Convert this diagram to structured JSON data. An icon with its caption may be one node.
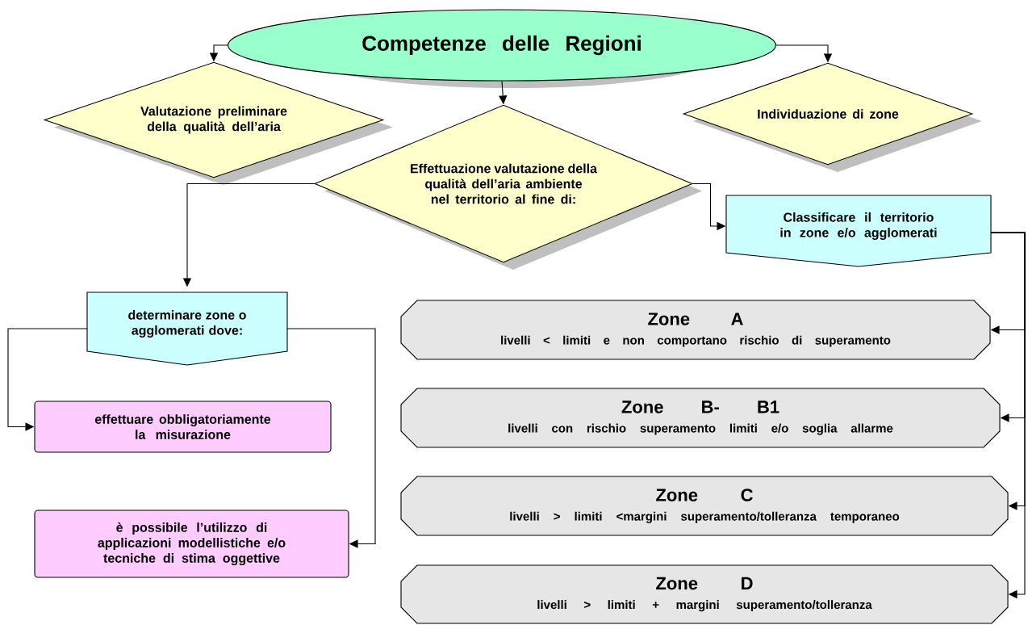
{
  "diagram": {
    "nodes": [
      {
        "text": [
          "Competenze delle Regioni"
        ]
      },
      {
        "text": [
          "Valutazione preliminare della qualità dell’aria"
        ]
      },
      {
        "text": [
          "Effettuazione valutazione della qualità dell’aria ambiente nel territorio al fine di:"
        ]
      },
      {
        "text": [
          "Individuazione di zone"
        ]
      },
      {
        "text": [
          "Classificare il territorio in zone e/o agglomerati"
        ]
      },
      {
        "text": [
          "determinare zone o agglomerati dove:"
        ]
      },
      {
        "text": [
          "effettuare obbligatoriamente la misurazione"
        ]
      },
      {
        "text": [
          "è possibile l’utilizzo di applicazioni modellistiche e/o tecniche di stima oggettive"
        ]
      },
      {
        "text": [
          "Zone A",
          "livelli < limiti e non comportano rischio di superamento"
        ]
      },
      {
        "text": [
          "Zone B- B1",
          "livelli con rischio superamento limiti e/o soglia allarme"
        ]
      },
      {
        "text": [
          "Zone C",
          "livelli > limiti <margini superamento/tolleranza temporaneo"
        ]
      },
      {
        "text": [
          "Zone D",
          "livelli > limiti + margini superamento/tolleranza"
        ]
      }
    ],
    "edges": [
      {
        "from": 0,
        "to": 1,
        "arrow": "to"
      },
      {
        "from": 0,
        "to": 2,
        "arrow": "to"
      },
      {
        "from": 0,
        "to": 3,
        "arrow": "to"
      },
      {
        "from": 2,
        "to": 5,
        "arrow": "to"
      },
      {
        "from": 2,
        "to": 4,
        "arrow": "to"
      },
      {
        "from": 5,
        "to": 6,
        "arrow": "to"
      },
      {
        "from": 5,
        "to": 7,
        "arrow": "to"
      },
      {
        "from": 4,
        "to": 8,
        "arrow": "to"
      },
      {
        "from": 4,
        "to": 9,
        "arrow": "to"
      },
      {
        "from": 4,
        "to": 10,
        "arrow": "to"
      },
      {
        "from": 4,
        "to": 11,
        "arrow": "to"
      }
    ]
  }
}
